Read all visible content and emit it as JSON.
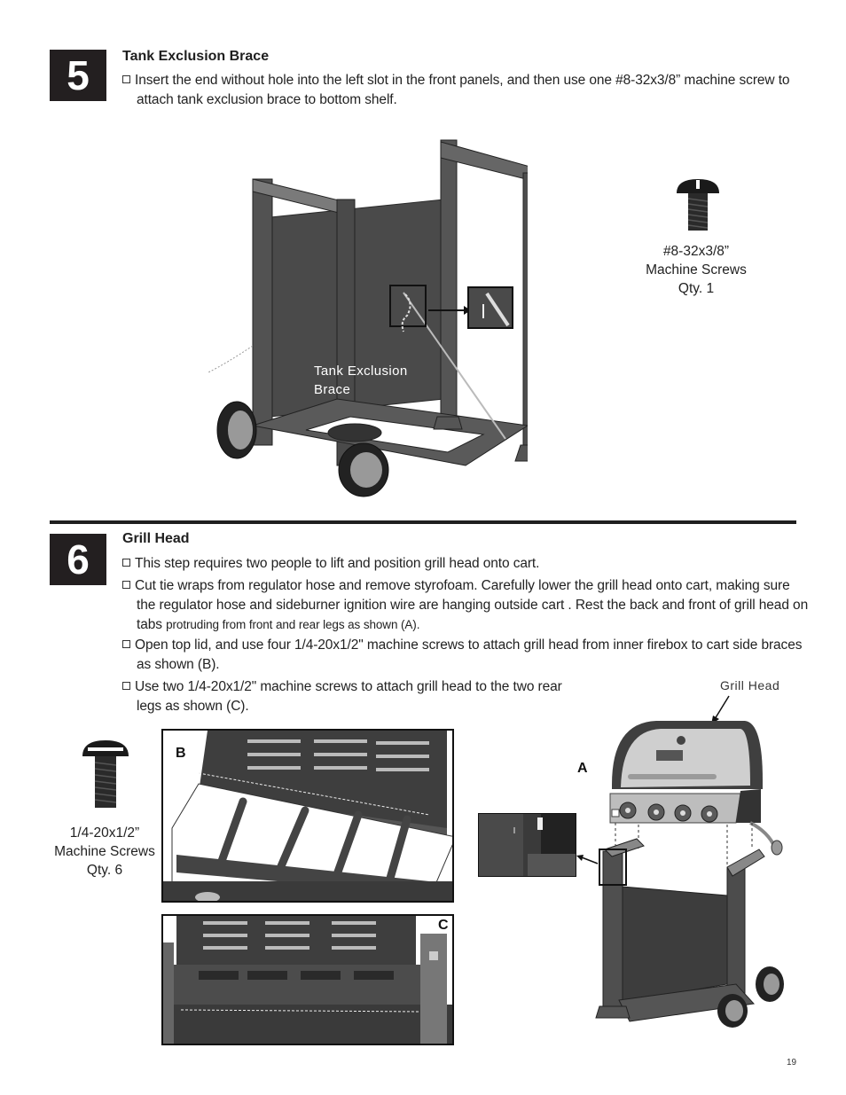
{
  "step5": {
    "number": "5",
    "title": "Tank Exclusion Brace",
    "bullets": [
      "Insert the end without hole into the left slot in the front panels, and then use one #8-32x3/8” machine screw to attach tank exclusion brace to bottom shelf."
    ],
    "diagram_label": "Tank Exclusion Brace",
    "hardware": {
      "name": "#8-32x3/8”",
      "type": "Machine Screws",
      "qty": "Qty. 1"
    }
  },
  "step6": {
    "number": "6",
    "title": "Grill Head",
    "bullets": [
      "This step requires two people to lift and position grill head onto cart.",
      "Cut tie wraps from regulator hose and remove styrofoam.  Carefully lower the grill head onto cart, making sure the regulator hose and sideburner ignition wire are hanging outside cart .  Rest the back and front of grill head on tabs",
      "Open top lid, and use four 1/4-20x1/2\" machine screws to attach grill head from inner firebox to cart side braces as shown (B).",
      "Use two 1/4-20x1/2\" machine screws to attach grill head to the two rear legs as shown (C)."
    ],
    "bullet2_small": "protruding from front and rear legs as shown (A).",
    "hardware": {
      "name": "1/4-20x1/2”",
      "type": "Machine Screws",
      "qty": "Qty. 6"
    },
    "grill_head_label": "Grill Head",
    "detail_labels": {
      "a": "A",
      "b": "B",
      "c": "C"
    }
  },
  "page_number": "19",
  "colors": {
    "panel": "#4a4a4a",
    "frame": "#333333",
    "step_box": "#231f20"
  }
}
